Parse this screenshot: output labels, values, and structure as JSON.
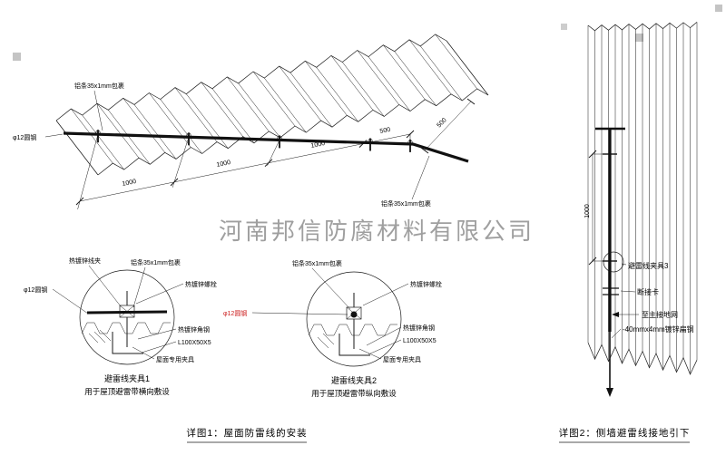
{
  "watermark": {
    "text": "河南邦信防腐材料有限公司"
  },
  "colors": {
    "line": "#1a1a1a",
    "red": "#cc2020",
    "watermark": "#8f8f8f"
  },
  "roof": {
    "label_alu_top": "铝条35x1mm包裹",
    "label_alu_right": "铝条35x1mm包裹",
    "label_rod": "φ12圆钢",
    "dims": [
      "1000",
      "1000",
      "1000",
      "500"
    ],
    "dim_right": "500"
  },
  "detail1": {
    "title": "避雷线夹具1",
    "subtitle": "用于屋顶避雷带横向敷设",
    "labels": {
      "clip": "热镀锌线夹",
      "alu": "铝条35x1mm包裹",
      "bolt": "热镀锌螺栓",
      "rod": "φ12圆钢",
      "angle": "热镀锌角钢",
      "angle_size": "L100X50X5",
      "fixture": "屋面专用夹具"
    }
  },
  "detail2": {
    "title": "避雷线夹具2",
    "subtitle": "用于屋顶避雷带纵向敷设",
    "labels": {
      "alu": "铝条35x1mm包裹",
      "bolt": "热镀锌螺栓",
      "rod": "φ12圆钢",
      "angle": "热镀锌角钢",
      "angle_size": "L100X50X5",
      "fixture": "屋面专用夹具"
    }
  },
  "wall": {
    "dim": "1000",
    "labels": {
      "clamp3": "避雷线夹具3",
      "disconnect": "断接卡",
      "to_ground": "至主接地网",
      "flat_steel": "-40mmx4mm镀锌扁钢"
    }
  },
  "captions": {
    "c1": "详图1：屋面防雷线的安装",
    "c2": "详图2：侧墙避雷线接地引下"
  }
}
